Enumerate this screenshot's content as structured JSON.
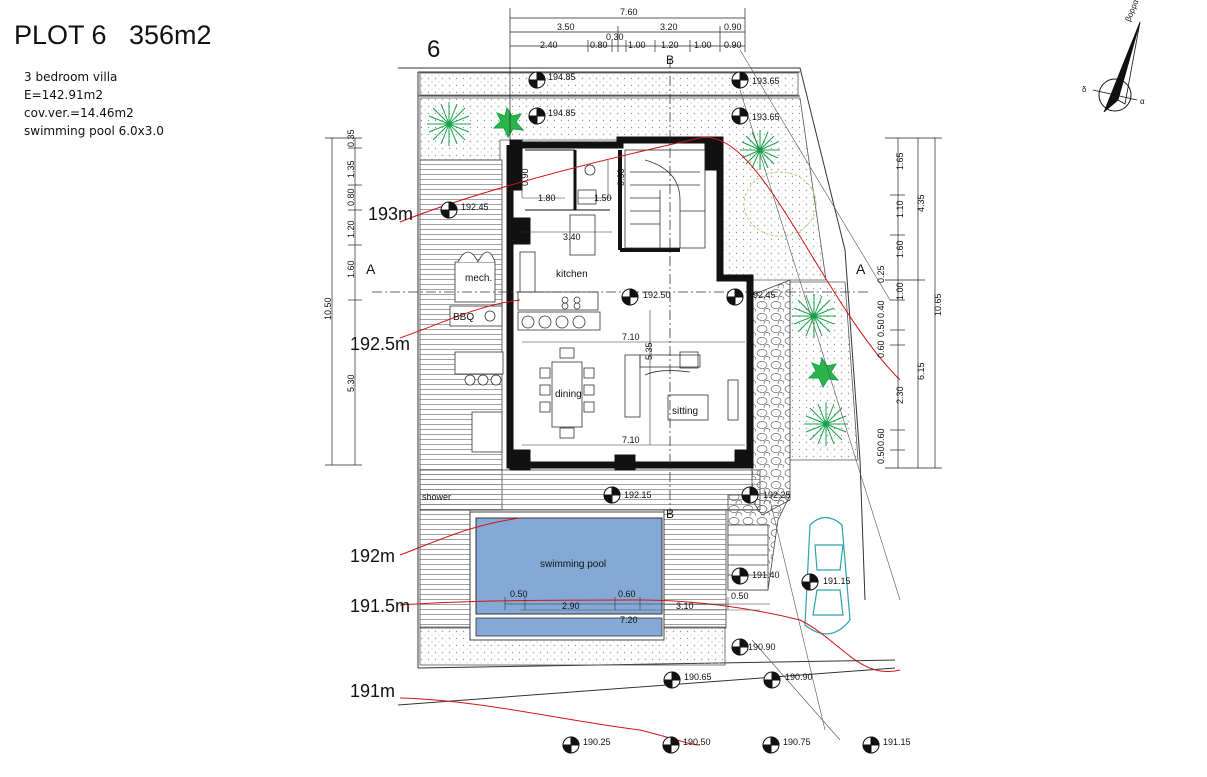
{
  "header": {
    "plot_title": "PLOT 6",
    "plot_area": "356m2",
    "lines": [
      "3 bedroom villa",
      "E=142.91m2",
      "cov.ver.=14.46m2",
      "swimming pool 6.0x3.0"
    ]
  },
  "plot_number": "6",
  "contours": [
    "193m",
    "192.5m",
    "192m",
    "191.5m",
    "191m"
  ],
  "section_marks": {
    "a": "A",
    "b": "B"
  },
  "rooms": {
    "kitchen": "kitchen",
    "dining": "dining",
    "sitting": "sitting",
    "mech": "mech.",
    "bbq": "BBQ",
    "shower": "shower",
    "pool": "swimming pool"
  },
  "levels": {
    "top1": "194.85",
    "top2": "193.65",
    "top3": "194.85",
    "top4": "193.65",
    "inside_w": "192.45",
    "inside_c": "192.50",
    "inside_e": "192.45",
    "terrace_c": "192.15",
    "terrace_e": "192.25",
    "stair": "191.40",
    "car": "191.15",
    "low_e": "190.90",
    "road1": "190.65",
    "road2": "190.90",
    "bottom": [
      "190.25",
      "190.50",
      "190.75",
      "191.15"
    ]
  },
  "dims_top": {
    "total": "7.60",
    "row2": [
      "3.50",
      "3.20",
      "0.90"
    ],
    "row3": [
      "2.40",
      "0.80",
      "0.30",
      "1.00",
      "1.20",
      "1.00",
      "0.90"
    ]
  },
  "dims_left": {
    "total": "10.50",
    "upper": [
      "0.35",
      "1.35",
      "0.80",
      "1.20",
      "1.60"
    ],
    "lower": "5.30"
  },
  "dims_right": {
    "total": "10.65",
    "sub1": "4.35",
    "sub2": "6.15",
    "segments": [
      "1.65",
      "1.10",
      "1.60",
      "0.25",
      "1.00",
      "0.40",
      "0.50",
      "0.60",
      "2.30",
      "0.60",
      "0.50"
    ]
  },
  "dims_inside": {
    "w1": "1.80",
    "w2": "1.50",
    "w3": "3.40",
    "w4": "7.10",
    "w5": "7.10",
    "v1": "0.90",
    "v2": "0.90",
    "v3": "5.35"
  },
  "dims_pool": {
    "a": "0.50",
    "b": "2.90",
    "c": "0.60",
    "d": "3.10",
    "e": "0.50",
    "f": "7.20"
  },
  "compass": {
    "left": "δ",
    "right": "α",
    "top": "βορρας"
  }
}
